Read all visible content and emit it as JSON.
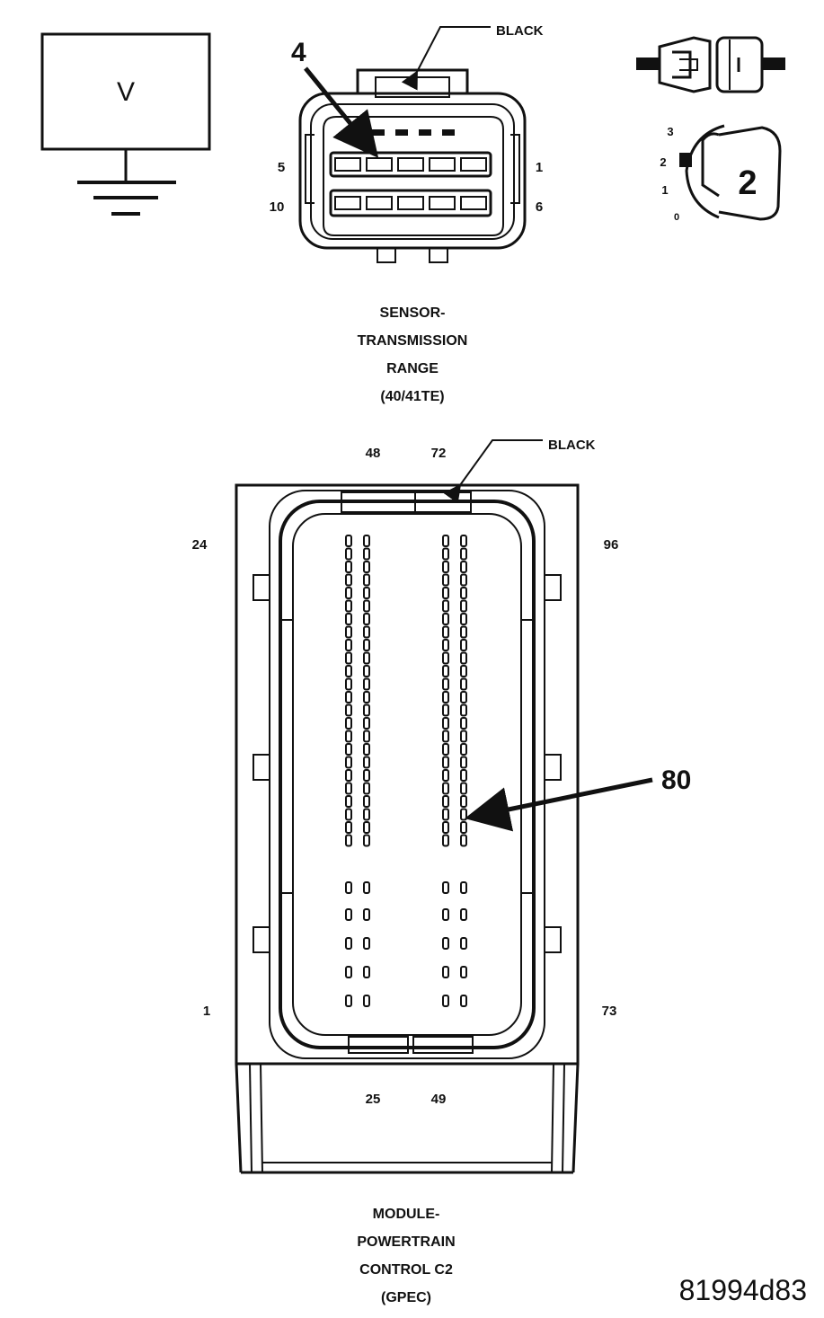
{
  "voltmeter": {
    "symbol": "V"
  },
  "sensor_connector": {
    "color_label": "BLACK",
    "callout_pin": "4",
    "pin_labels": {
      "top_left": "5",
      "top_right": "1",
      "bottom_left": "10",
      "bottom_right": "6"
    },
    "caption": [
      "SENSOR-",
      "TRANSMISSION",
      "RANGE",
      "(40/41TE)"
    ]
  },
  "probe_icon": {
    "dial_numbers": [
      "3",
      "2",
      "1",
      "0"
    ],
    "selected_number": "2"
  },
  "pcm_connector": {
    "color_label": "BLACK",
    "callout_pin": "80",
    "pin_labels": {
      "top_inner_left": "48",
      "top_inner_right": "72",
      "left_top": "24",
      "right_top": "96",
      "left_bottom": "1",
      "right_bottom": "73",
      "bottom_inner_left": "25",
      "bottom_inner_right": "49"
    },
    "caption": [
      "MODULE-",
      "POWERTRAIN",
      "CONTROL C2",
      "(GPEC)"
    ]
  },
  "figure_id": "81994d83"
}
